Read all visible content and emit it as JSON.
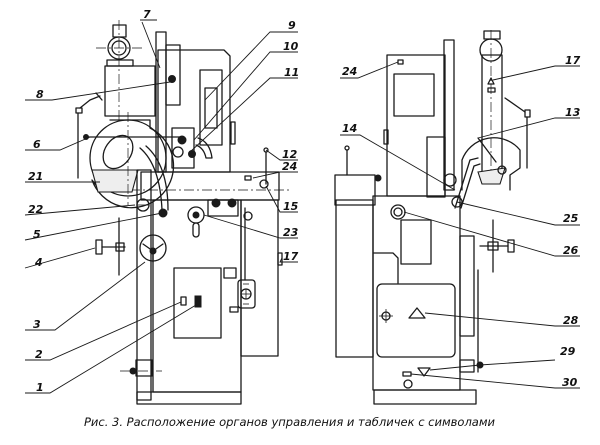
{
  "figure": {
    "caption": "Рис. 3. Расположение органов управления и табличек с символами",
    "views": [
      {
        "name": "left-view",
        "callouts": [
          {
            "id": "c7",
            "label": "7"
          },
          {
            "id": "c8",
            "label": "8"
          },
          {
            "id": "c6",
            "label": "6"
          },
          {
            "id": "c21",
            "label": "21"
          },
          {
            "id": "c22",
            "label": "22"
          },
          {
            "id": "c5",
            "label": "5"
          },
          {
            "id": "c4",
            "label": "4"
          },
          {
            "id": "c3",
            "label": "3"
          },
          {
            "id": "c2",
            "label": "2"
          },
          {
            "id": "c1",
            "label": "1"
          },
          {
            "id": "c9",
            "label": "9"
          },
          {
            "id": "c10",
            "label": "10"
          },
          {
            "id": "c11",
            "label": "11"
          },
          {
            "id": "c12",
            "label": "12"
          },
          {
            "id": "c24a",
            "label": "24"
          },
          {
            "id": "c15",
            "label": "15"
          },
          {
            "id": "c23",
            "label": "23"
          },
          {
            "id": "c17a",
            "label": "17"
          }
        ]
      },
      {
        "name": "right-view",
        "callouts": [
          {
            "id": "c24b",
            "label": "24"
          },
          {
            "id": "c17b",
            "label": "17"
          },
          {
            "id": "c13",
            "label": "13"
          },
          {
            "id": "c14",
            "label": "14"
          },
          {
            "id": "c25",
            "label": "25"
          },
          {
            "id": "c26",
            "label": "26"
          },
          {
            "id": "c28",
            "label": "28"
          },
          {
            "id": "c29",
            "label": "29"
          },
          {
            "id": "c30",
            "label": "30"
          }
        ]
      }
    ]
  }
}
